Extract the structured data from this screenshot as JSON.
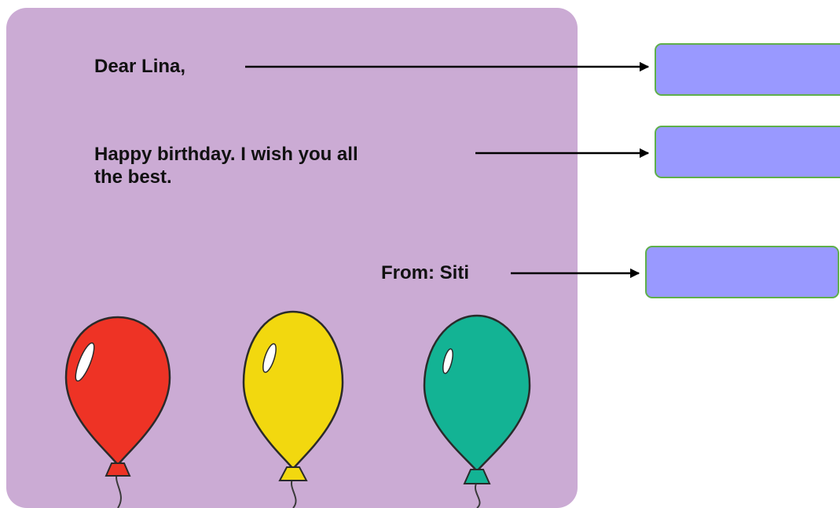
{
  "card": {
    "greeting": "Dear Lina,",
    "message_line_1": "Happy birthday. I wish you all",
    "message_line_2": "the best.",
    "sender": "From: Siti",
    "background_color": "#cbabd4"
  },
  "balloons": [
    {
      "color": "red",
      "fill": "#ee3325"
    },
    {
      "color": "yellow",
      "fill": "#f2d80f"
    },
    {
      "color": "green",
      "fill": "#13b394"
    }
  ],
  "label_boxes": [
    {
      "text": ""
    },
    {
      "text": ""
    },
    {
      "text": ""
    }
  ],
  "colors": {
    "label_box_fill": "#9999ff",
    "label_box_border": "#5faf4a",
    "arrow": "#000000"
  }
}
